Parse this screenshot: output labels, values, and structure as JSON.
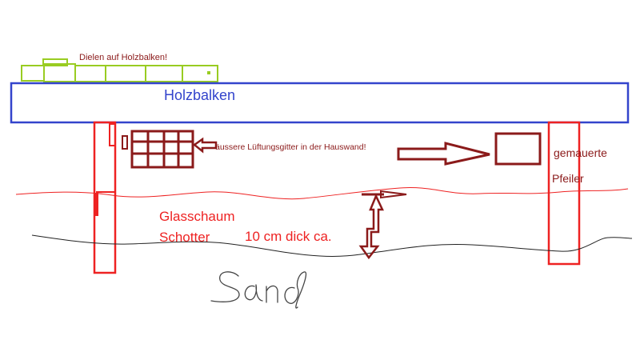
{
  "labels": {
    "dielen": "Dielen auf Holzbalken!",
    "holzbalken": "Holzbalken",
    "luftung": "äussere Lüftungsgitter in der Hauswand!",
    "gemauerte": "gemauerte",
    "pfeiler": "Pfeiler",
    "glasschaum": "Glasschaum",
    "schotter": "Schotter",
    "dicke": "10 cm dick ca.",
    "sand": "Sand"
  },
  "colors": {
    "green": "#99cc22",
    "blue": "#3344cc",
    "red": "#ee2222",
    "darkred": "#8b1a1a",
    "black": "#222222",
    "sand": "#444444"
  }
}
